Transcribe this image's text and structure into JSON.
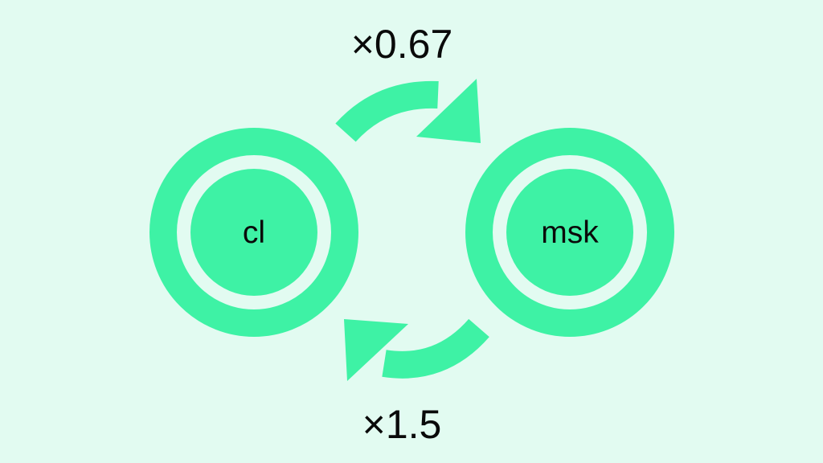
{
  "colors": {
    "background": "#e2fbf1",
    "accent": "#3ef2a5",
    "text": "#0a0a0a"
  },
  "units": {
    "left": "cl",
    "right": "msk"
  },
  "conversions": {
    "forward_label": "×0.67",
    "backward_label": "×1.5"
  }
}
